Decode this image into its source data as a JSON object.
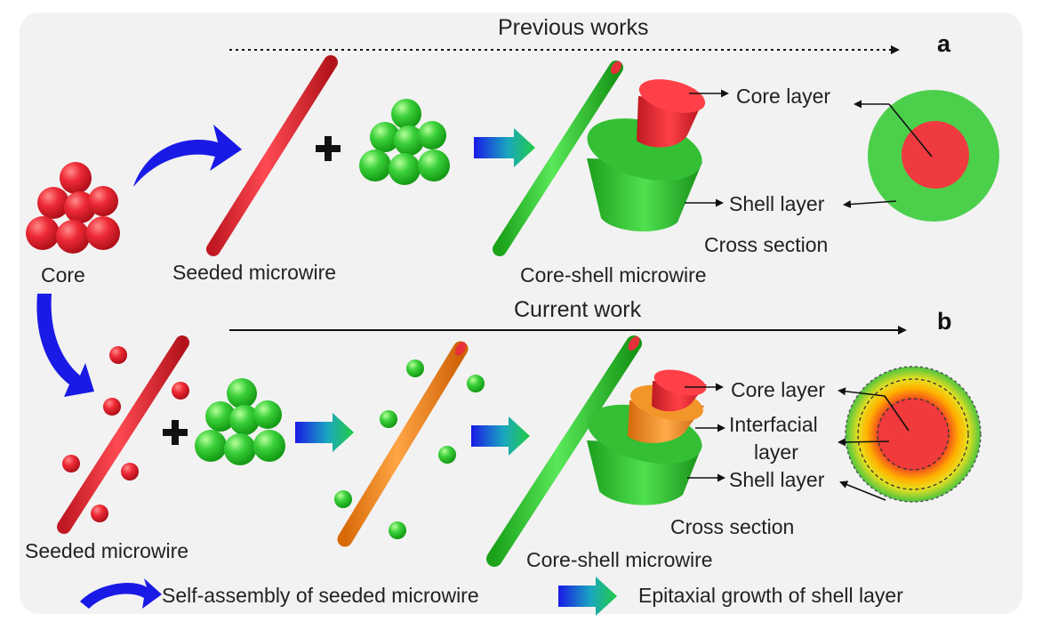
{
  "top_section": {
    "title": "Previous works",
    "panel_letter": "a",
    "core_label": "Core",
    "seeded_label": "Seeded microwire",
    "coreshell_label": "Core-shell microwire",
    "core_layer_label": "Core layer",
    "shell_layer_label": "Shell layer",
    "cross_section_label": "Cross section"
  },
  "bottom_section": {
    "title": "Current work",
    "panel_letter": "b",
    "seeded_label": "Seeded microwire",
    "coreshell_label": "Core-shell microwire",
    "core_layer_label": "Core layer",
    "interfacial_label_line1": "Interfacial",
    "interfacial_label_line2": "layer",
    "shell_layer_label": "Shell layer",
    "cross_section_label": "Cross section"
  },
  "legend": {
    "self_assembly": "Self-assembly of seeded microwire",
    "epitaxial": "Epitaxial growth of shell layer"
  },
  "colors": {
    "core_red": "#e8303a",
    "shell_green": "#3ec43e",
    "interfacial_orange": "#f08a1a",
    "arrow_blue": "#1a1ae6",
    "panel_bg": "#f2f2f2"
  },
  "icons": [
    "curved-arrow-icon",
    "plus-icon",
    "gradient-arrow-icon"
  ]
}
